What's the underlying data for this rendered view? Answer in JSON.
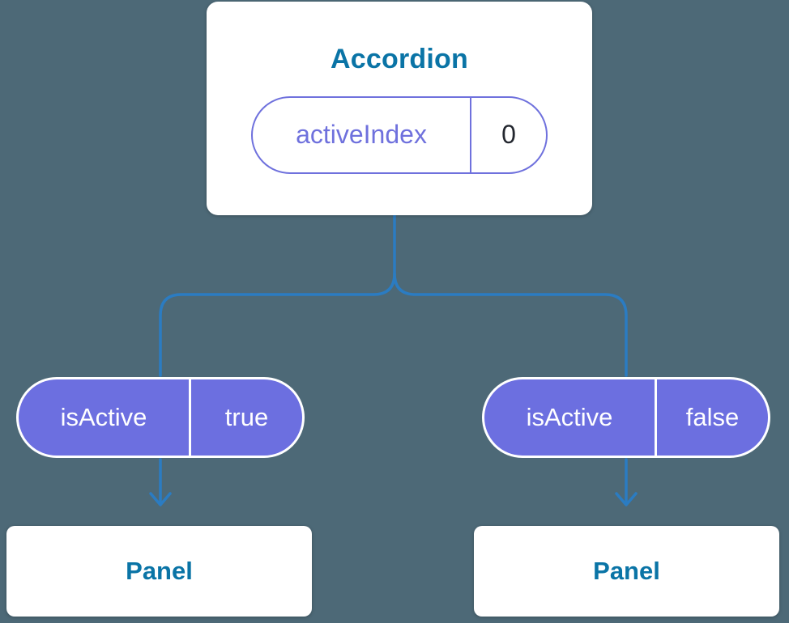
{
  "colors": {
    "background": "#4d6977",
    "card_bg": "#ffffff",
    "heading_text": "#0a74a6",
    "connector": "#2b7cc2",
    "pill_fill": "#6c6fe0",
    "pill_outline": "#6f71dd",
    "pill_name_text": "#6f71dd",
    "pill_value_text": "#23272f",
    "pill_filled_text": "#ffffff"
  },
  "root_node": {
    "title": "Accordion",
    "state": {
      "name": "activeIndex",
      "value": "0"
    }
  },
  "children": [
    {
      "prop": {
        "name": "isActive",
        "value": "true"
      },
      "panel_label": "Panel"
    },
    {
      "prop": {
        "name": "isActive",
        "value": "false"
      },
      "panel_label": "Panel"
    }
  ]
}
